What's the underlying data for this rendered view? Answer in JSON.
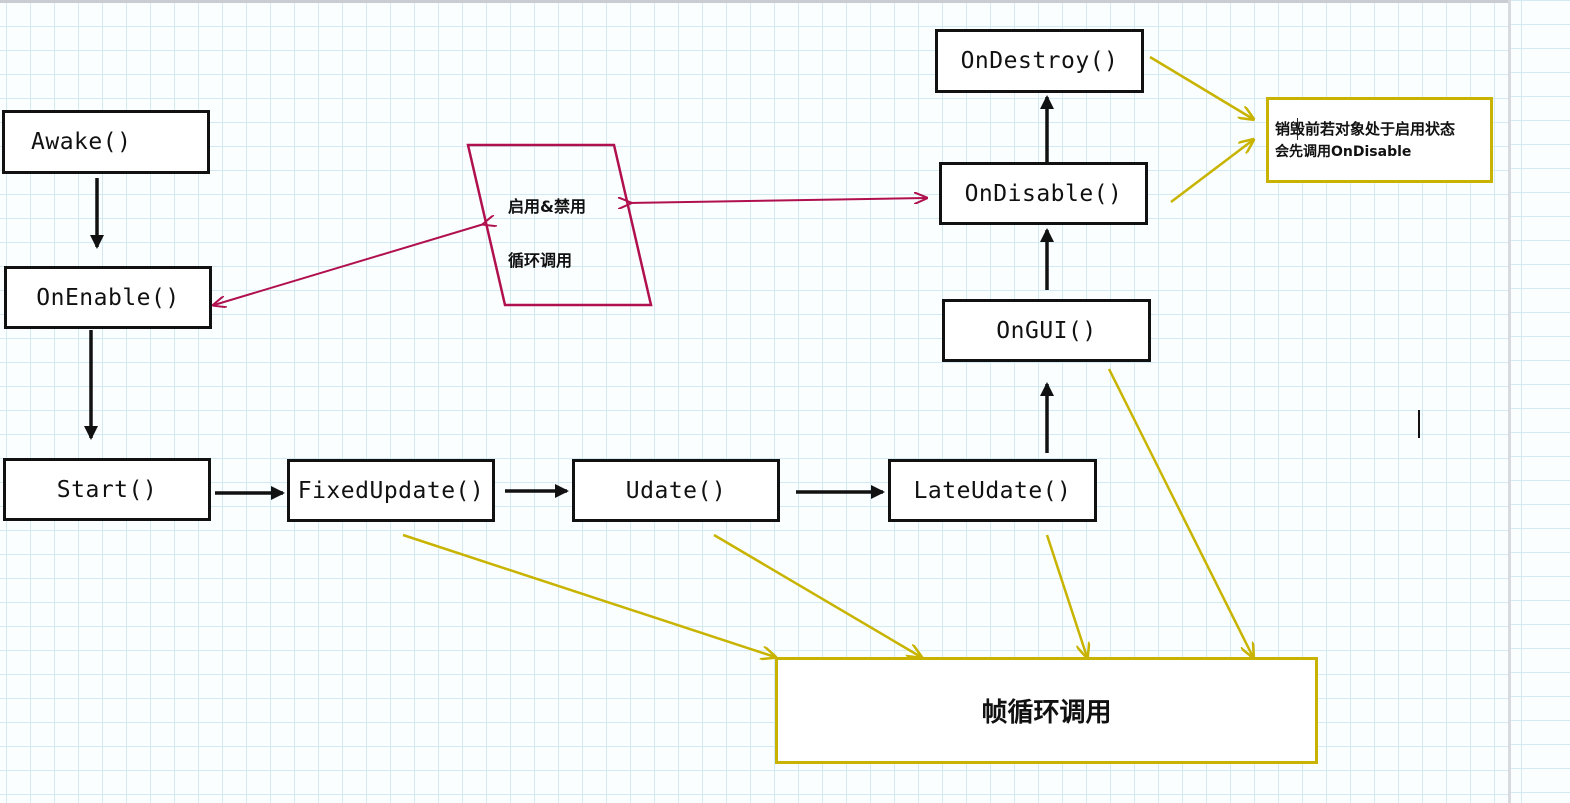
{
  "nodes": {
    "awake": "Awake()",
    "on_enable": "OnEnable()",
    "start": "Start()",
    "fixed_update": "FixedUpdate()",
    "update": "Udate()",
    "late_update": "LateUdate()",
    "on_gui": "OnGUI()",
    "on_disable": "OnDisable()",
    "on_destroy": "OnDestroy()"
  },
  "loop_label": {
    "line1": "启用&禁用",
    "line2": "循环调用"
  },
  "note": {
    "line1": "销毁前若对象处于启用状态",
    "line2": "会先调用OnDisable"
  },
  "frame_loop": "帧循环调用",
  "colors": {
    "box_border": "#111111",
    "loop_border": "#b0104e",
    "yellow": "#c8b400",
    "grid": "#d3eaf3"
  }
}
